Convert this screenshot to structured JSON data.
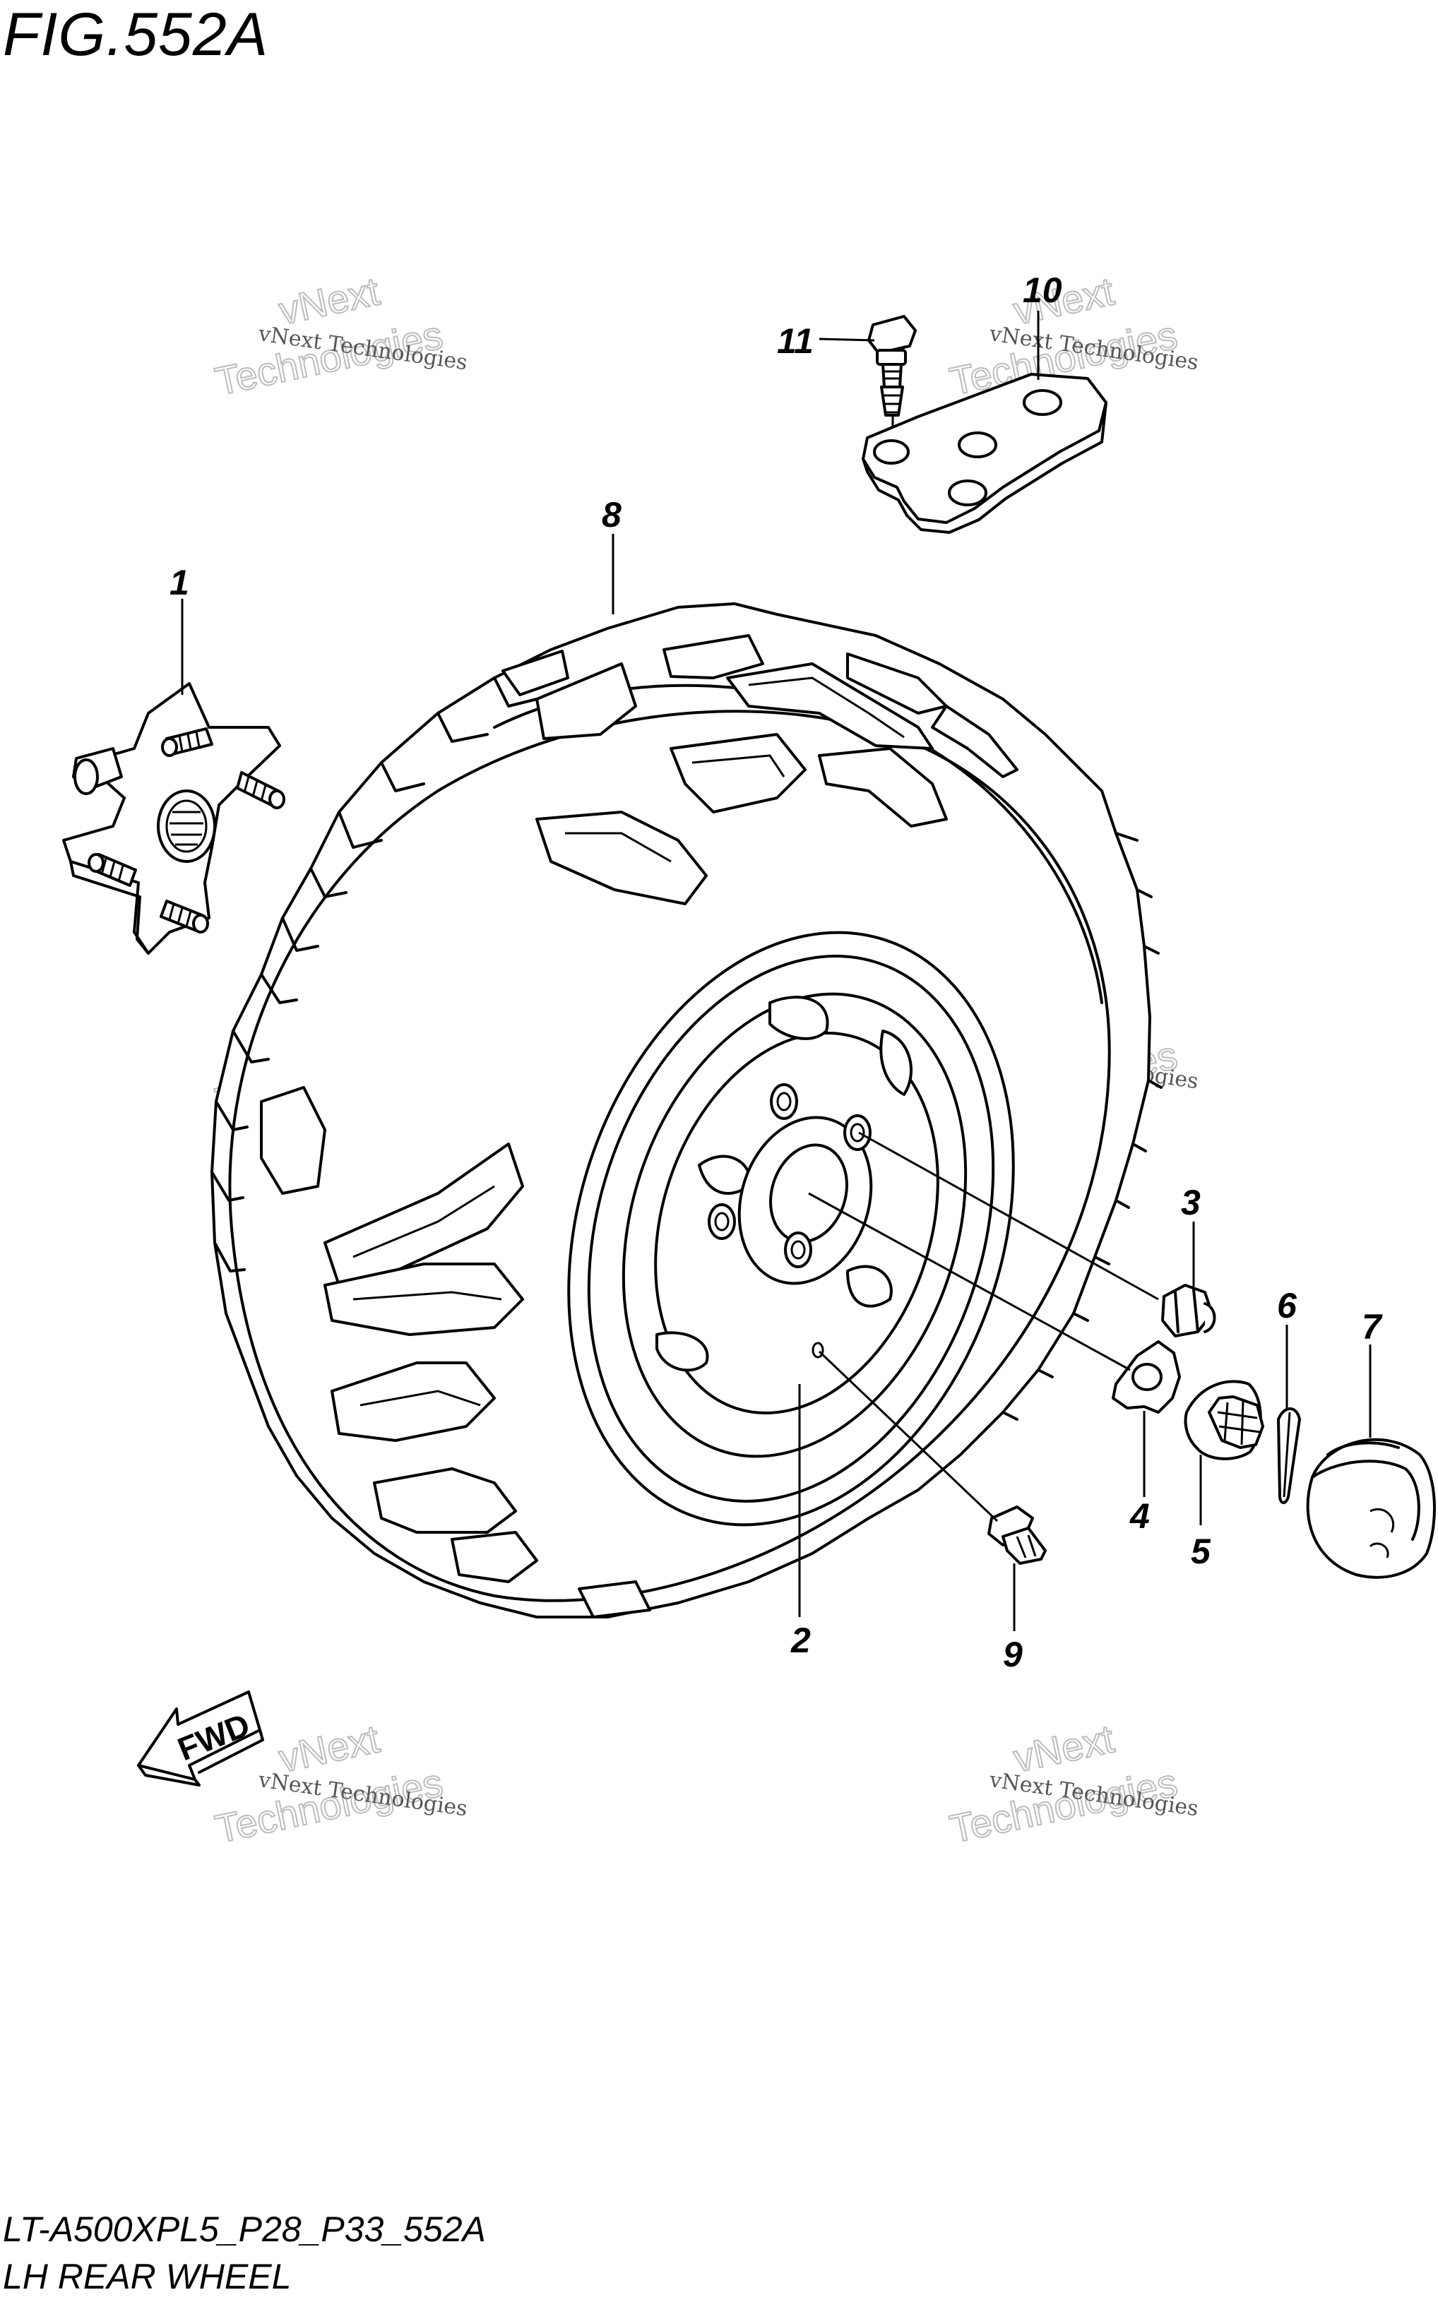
{
  "figure_title": "FIG.552A",
  "footer": {
    "model_code": "LT-A500XPL5_P28_P33_552A",
    "section_title": "LH REAR WHEEL"
  },
  "direction_label": "FWD",
  "watermark": {
    "line1": "vNext Technologies",
    "line2a": "vNext",
    "line2b": "Technologies"
  },
  "callouts": {
    "c1": "1",
    "c2": "2",
    "c3": "3",
    "c4": "4",
    "c5": "5",
    "c6": "6",
    "c7": "7",
    "c8": "8",
    "c9": "9",
    "c10": "10",
    "c11": "11"
  }
}
